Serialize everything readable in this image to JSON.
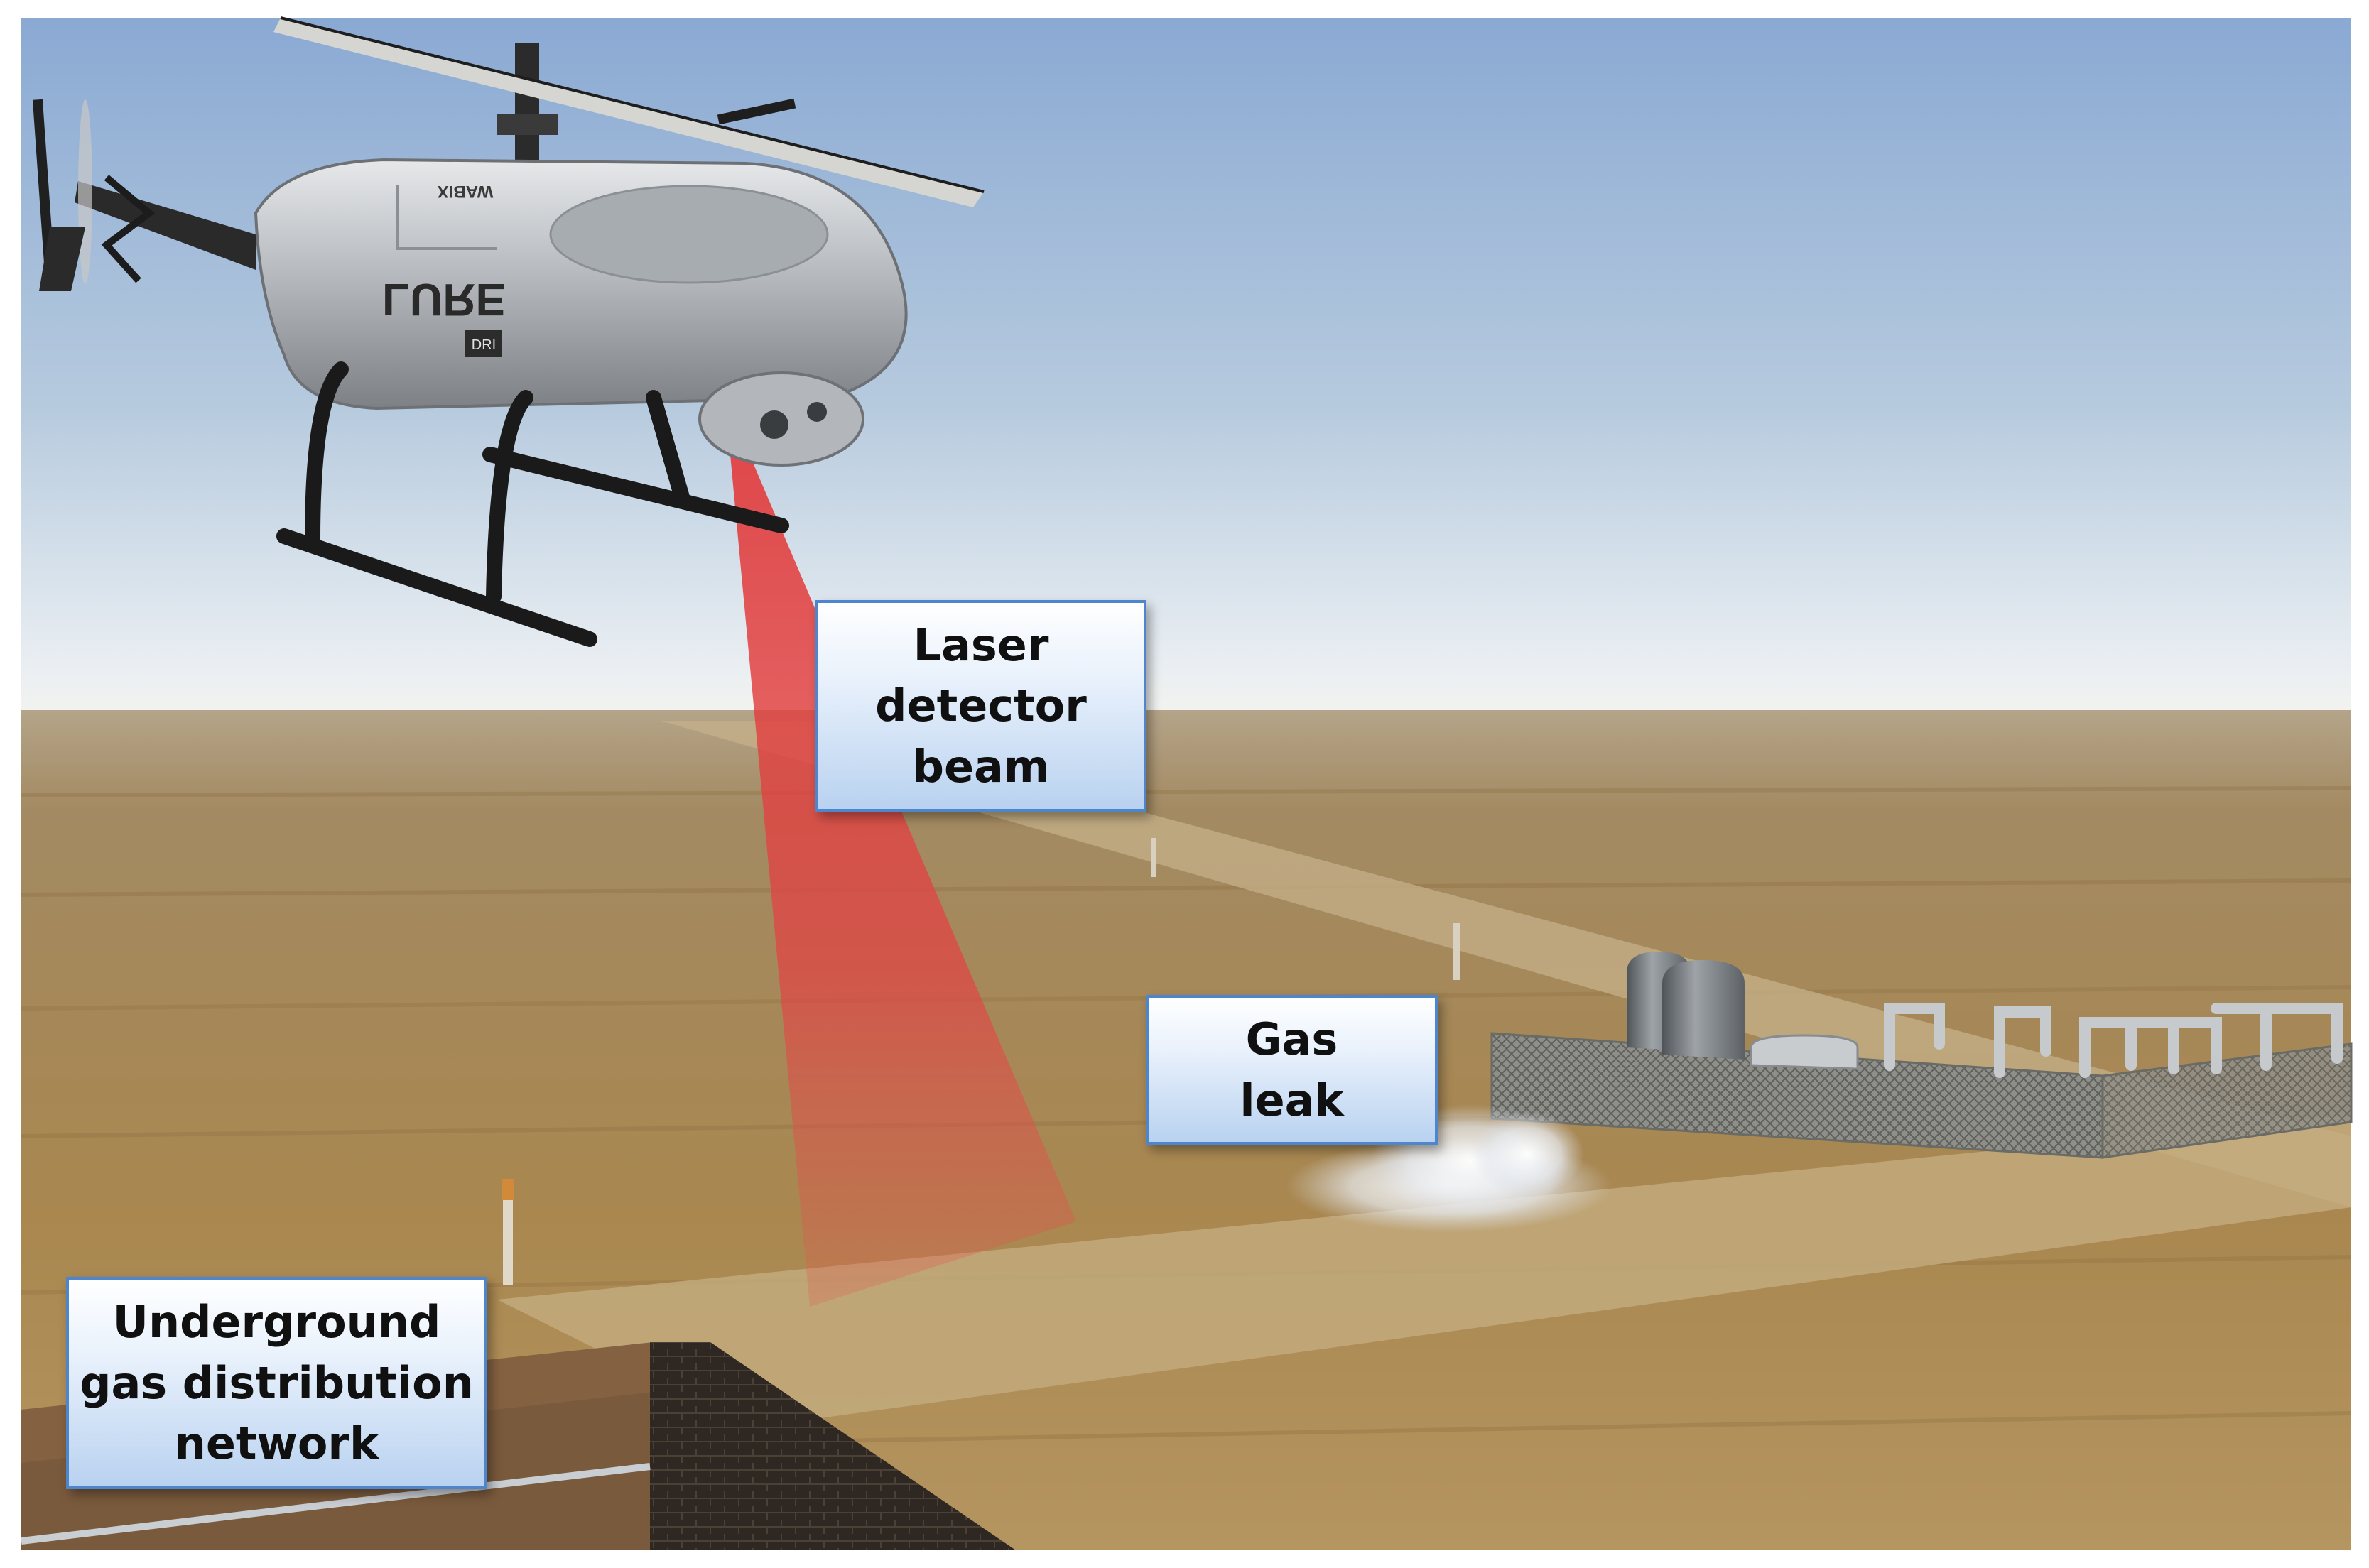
{
  "callouts": {
    "laser_beam": "Laser\ndetector\nbeam",
    "gas_leak": "Gas\nleak",
    "underground_network": "Underground\ngas distribution\nnetwork"
  },
  "helicopter": {
    "brand_text": "LURE",
    "top_text": "WABIX",
    "badge_text": "DRI"
  },
  "colors": {
    "sky_top": "#8eaed6",
    "sky_horizon": "#eef3f7",
    "ground": "#a8895a",
    "pipeline_strip": "#c4ad80",
    "beam": "#e02828",
    "callout_border": "#4d86cc",
    "callout_fill_bottom": "#b9d2f0",
    "helicopter_body": "#b9bcc0"
  }
}
